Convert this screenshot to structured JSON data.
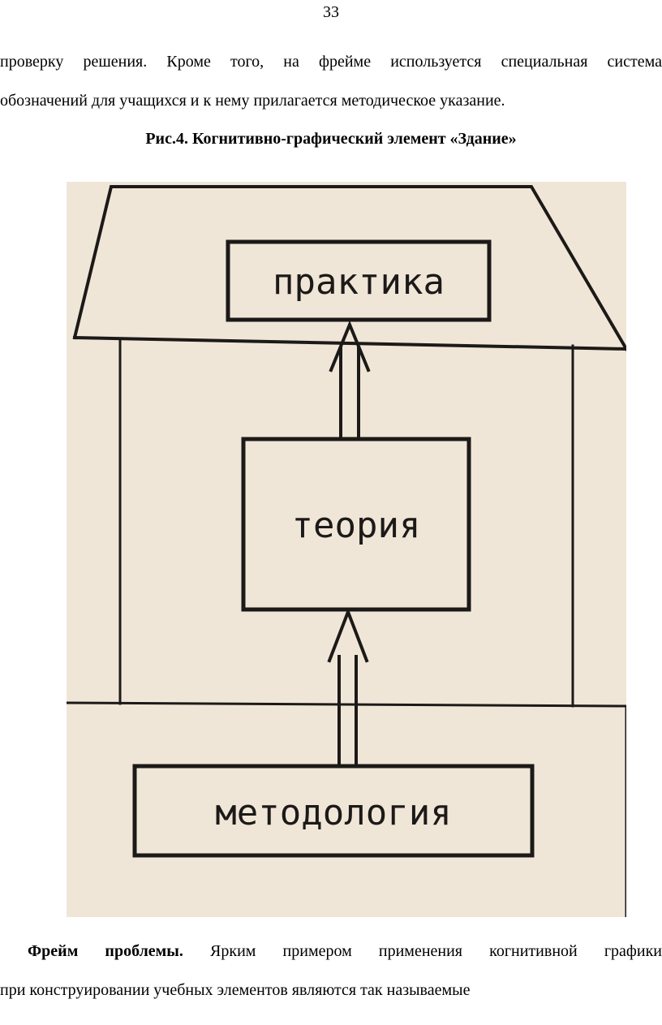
{
  "page_number": "33",
  "intro": {
    "line1": "проверку решения. Кроме того, на фрейме используется специальная система",
    "line2": "обозначений для учащихся и к нему прилагается методическое указание."
  },
  "caption": "Рис.4. Когнитивно-графический элемент «Здание»",
  "figure": {
    "boxes": {
      "top": "практика",
      "middle": "теория",
      "bottom": "методология"
    },
    "colors": {
      "paper": "#f0e6d8",
      "ink": "#1c1a18"
    }
  },
  "closing": {
    "lead": "Фрейм проблемы.",
    "rest_line1": "Ярким примером применения когнитивной графики",
    "line2": "при конструировании учебных элементов являются так называемые"
  }
}
